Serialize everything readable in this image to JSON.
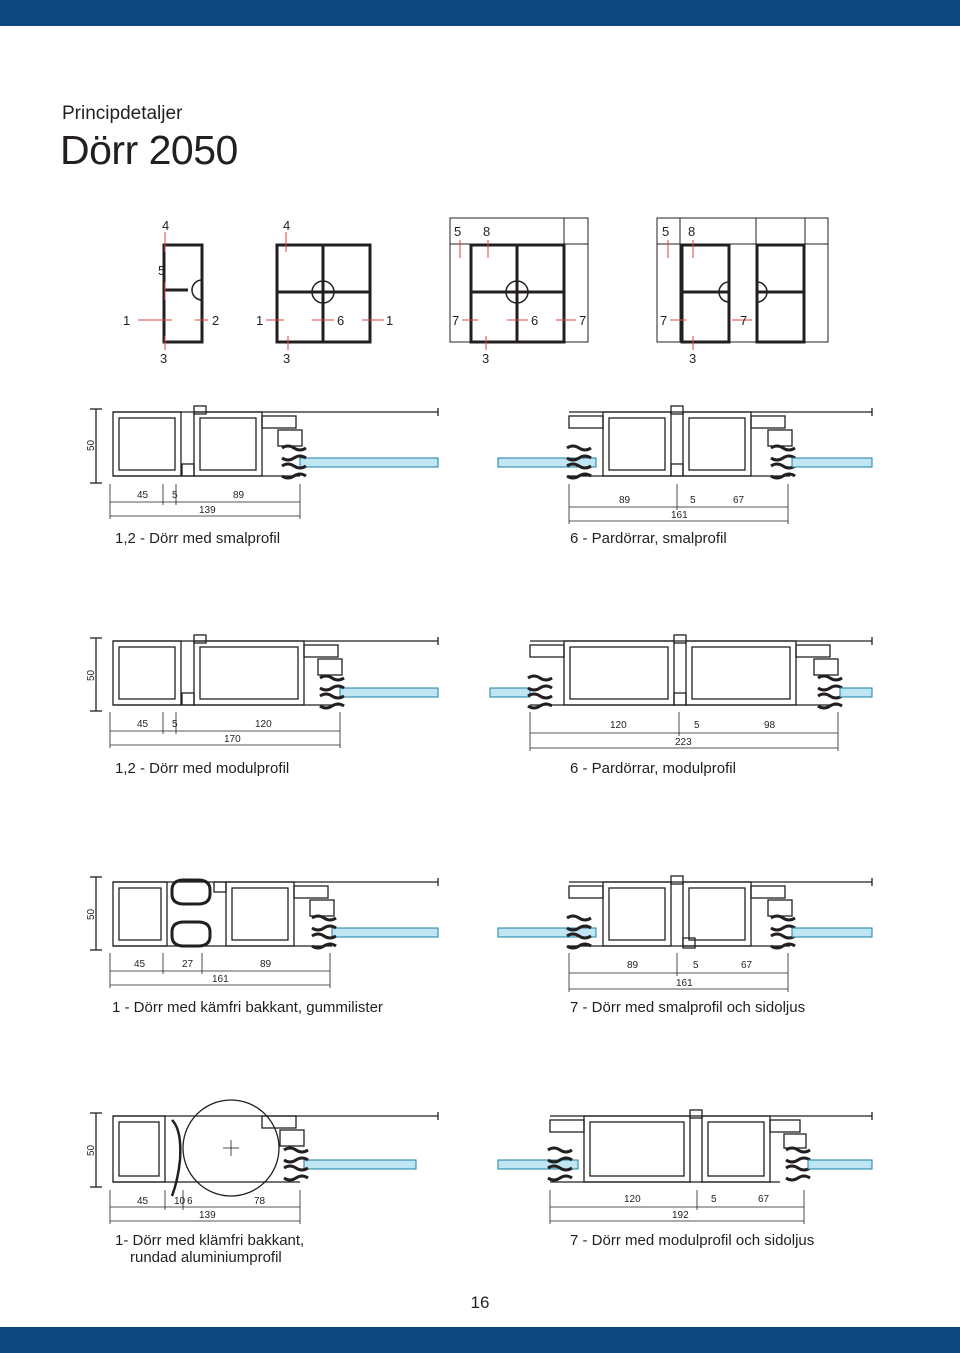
{
  "header": {
    "pretitle": "Principdetaljer",
    "title": "Dörr 2050"
  },
  "colors": {
    "band": "#0e4680",
    "glass": "#bfe6f2",
    "glass_edge": "#1a7fa6",
    "marker": "#e0433c"
  },
  "elevations": [
    {
      "top": [
        "4"
      ],
      "mid": [
        "5"
      ],
      "side": [
        "1",
        "2"
      ],
      "bottom": [
        "3"
      ]
    },
    {
      "top": [
        "4"
      ],
      "side": [
        "1",
        "6",
        "1"
      ],
      "bottom": [
        "3"
      ]
    },
    {
      "top": [
        "5",
        "8"
      ],
      "side": [
        "7",
        "6",
        "7"
      ],
      "bottom": [
        "3"
      ]
    },
    {
      "top": [
        "5",
        "8"
      ],
      "side": [
        "7",
        "7"
      ],
      "bottom": [
        "3"
      ]
    }
  ],
  "sections": [
    {
      "id": "s1",
      "height_label": "50",
      "row1": [
        "45",
        "5",
        "89"
      ],
      "row2": [
        "139"
      ],
      "caption": "1,2 - Dörr med smalprofil"
    },
    {
      "id": "s2",
      "row1": [
        "89",
        "5",
        "67"
      ],
      "row2": [
        "161"
      ],
      "caption": "6 - Pardörrar, smalprofil"
    },
    {
      "id": "s3",
      "height_label": "50",
      "row1": [
        "45",
        "5",
        "120"
      ],
      "row2": [
        "170"
      ],
      "caption": "1,2 - Dörr med modulprofil"
    },
    {
      "id": "s4",
      "row1": [
        "120",
        "5",
        "98"
      ],
      "row2": [
        "223"
      ],
      "caption": "6 - Pardörrar, modulprofil"
    },
    {
      "id": "s5",
      "height_label": "50",
      "row1": [
        "45",
        "27",
        "89"
      ],
      "row2": [
        "161"
      ],
      "caption": "1 - Dörr med kämfri bakkant, gummilister"
    },
    {
      "id": "s6",
      "row1": [
        "89",
        "5",
        "67"
      ],
      "row2": [
        "161"
      ],
      "caption": "7 - Dörr med smalprofil och sidoljus"
    },
    {
      "id": "s7",
      "height_label": "50",
      "row1": [
        "45",
        "10",
        "6",
        "78"
      ],
      "row2": [
        "139"
      ],
      "caption_line1": "1- Dörr med klämfri bakkant,",
      "caption_line2": "rundad aluminiumprofil"
    },
    {
      "id": "s8",
      "row1": [
        "120",
        "5",
        "67"
      ],
      "row2": [
        "192"
      ],
      "caption": "7 - Dörr med modulprofil och sidoljus"
    }
  ],
  "footer": {
    "page_number": "16"
  }
}
